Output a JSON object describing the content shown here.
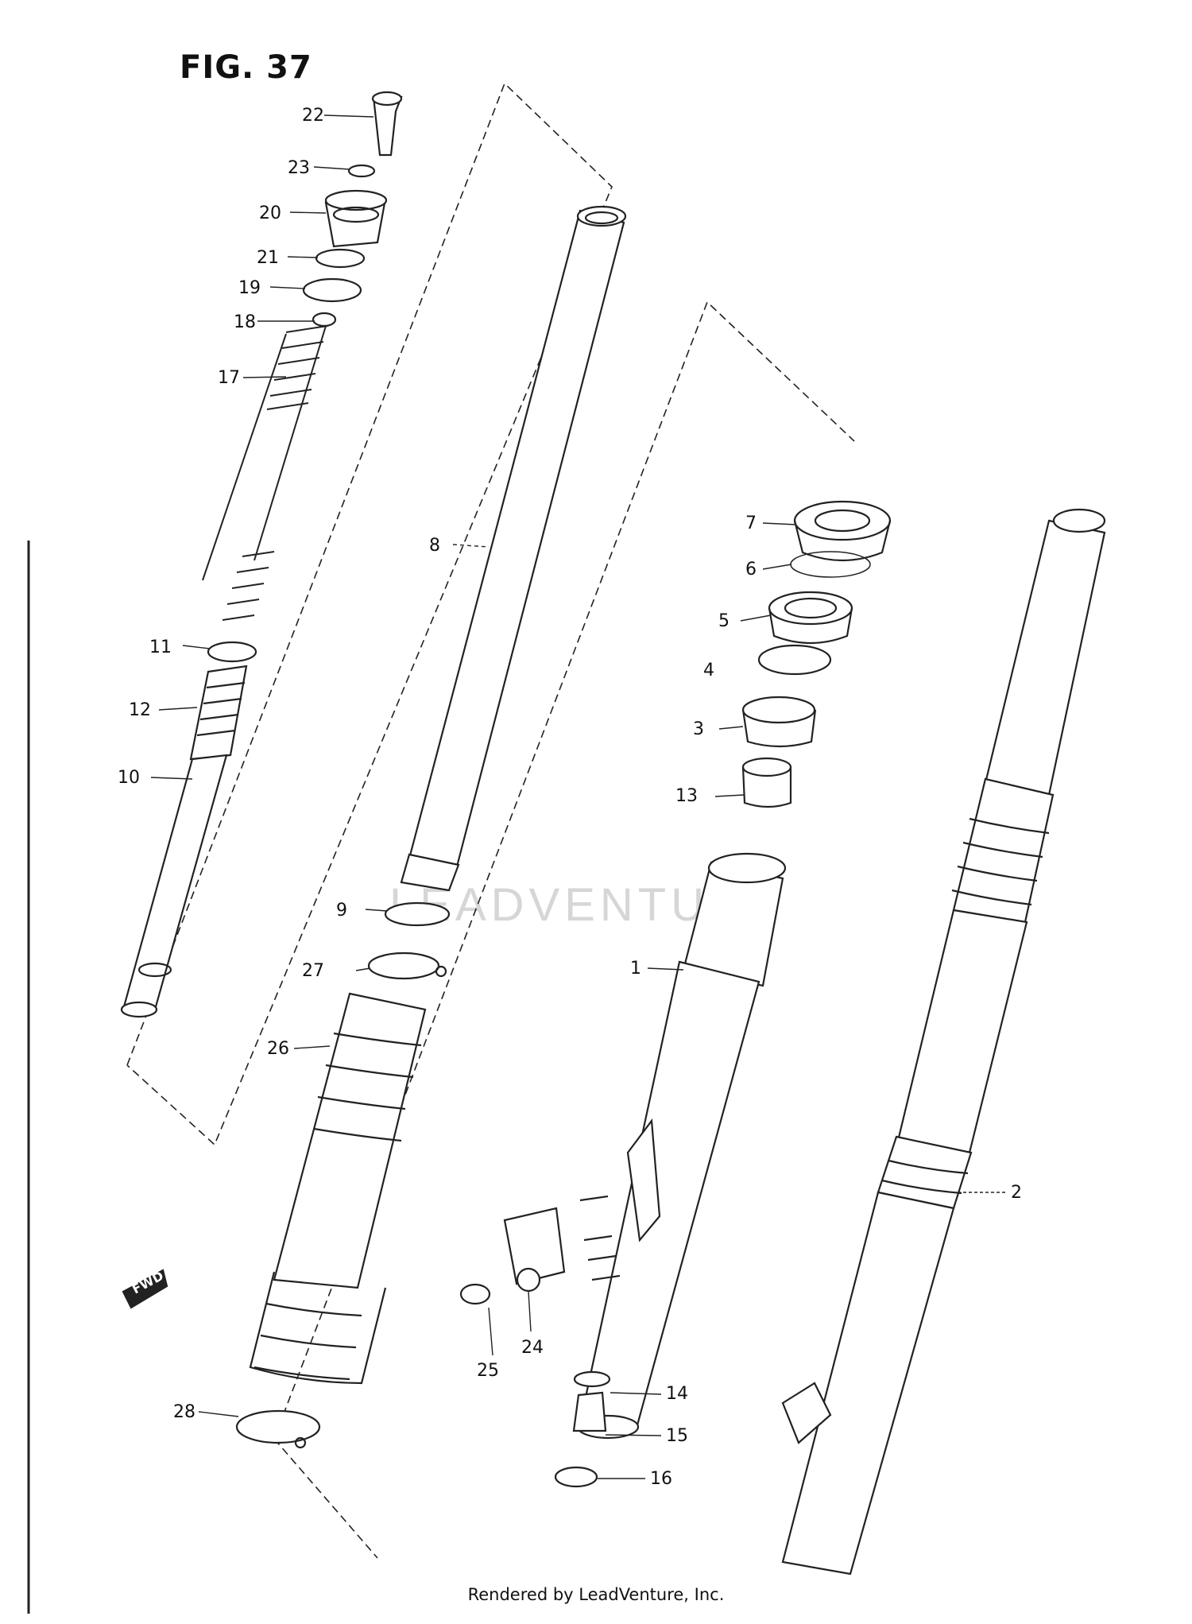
{
  "figure_label": "FIG. 37",
  "watermark": "LEADVENTURE",
  "footer": "Rendered by LeadVenture, Inc.",
  "fwd_badge": "FWD",
  "callouts": {
    "c1": "1",
    "c2": "2",
    "c3": "3",
    "c4": "4",
    "c5": "5",
    "c6": "6",
    "c7": "7",
    "c8": "8",
    "c9": "9",
    "c10": "10",
    "c11": "11",
    "c12": "12",
    "c13": "13",
    "c14": "14",
    "c15": "15",
    "c16": "16",
    "c17": "17",
    "c18": "18",
    "c19": "19",
    "c20": "20",
    "c21": "21",
    "c22": "22",
    "c23": "23",
    "c24": "24",
    "c25": "25",
    "c26": "26",
    "c27": "27",
    "c28": "28"
  }
}
